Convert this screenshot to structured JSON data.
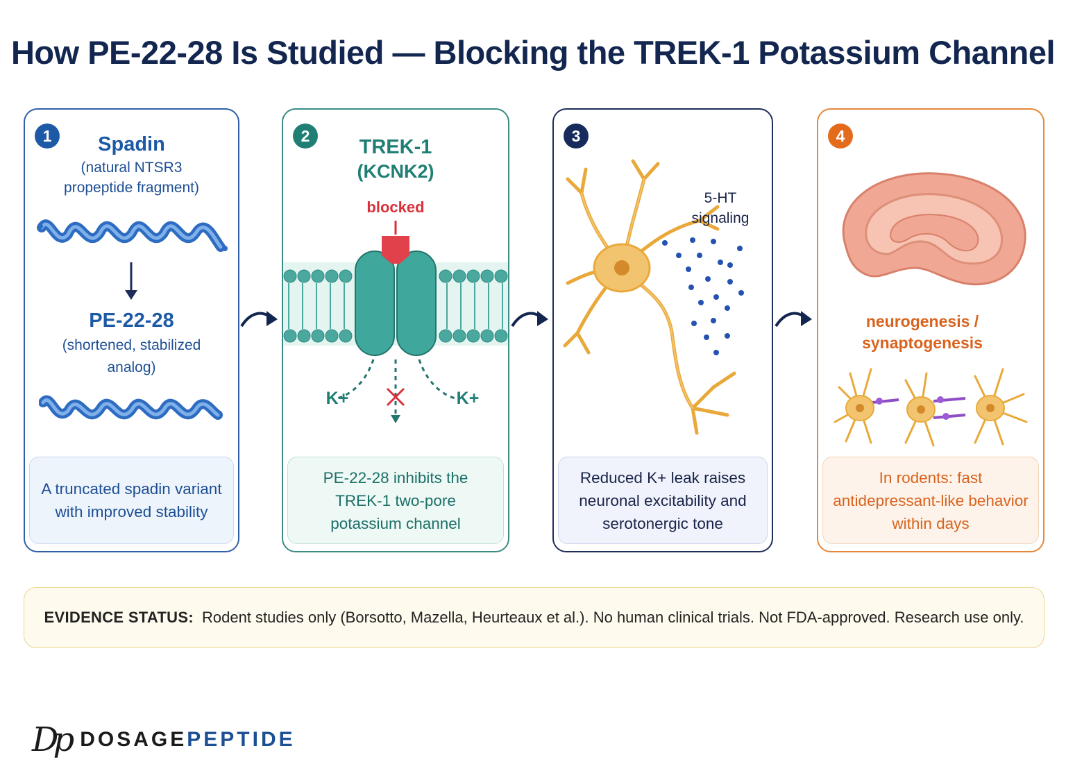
{
  "title": "How PE-22-28 Is Studied — Blocking the TREK-1 Potassium Channel",
  "panels": [
    {
      "number": "1",
      "heading": "Spadin",
      "subheading_line1": "(natural NTSR3",
      "subheading_line2": "propeptide fragment)",
      "heading2": "PE-22-28",
      "subheading2_line1": "(shortened, stabilized",
      "subheading2_line2": "analog)",
      "caption_line1": "A truncated spadin variant",
      "caption_line2": "with improved stability"
    },
    {
      "number": "2",
      "heading_line1": "TREK-1",
      "heading_line2": "(KCNK2)",
      "blocked_label": "blocked",
      "ion_left": "K+",
      "ion_right": "K+",
      "caption_line1": "PE-22-28 inhibits the",
      "caption_line2": "TREK-1 two-pore",
      "caption_line3": "potassium channel"
    },
    {
      "number": "3",
      "label_line1": "5-HT",
      "label_line2": "signaling",
      "caption_line1": "Reduced K+ leak raises",
      "caption_line2": "neuronal excitability and",
      "caption_line3": "serotonergic tone"
    },
    {
      "number": "4",
      "label_line1": "neurogenesis /",
      "label_line2": "synaptogenesis",
      "caption_line1": "In rodents: fast",
      "caption_line2": "antidepressant-like behavior",
      "caption_line3": "within days"
    }
  ],
  "evidence": {
    "label": "EVIDENCE STATUS:",
    "text": "Rodent studies only (Borsotto, Mazella, Heurteaux et al.). No human clinical trials. Not FDA-approved. Research use only."
  },
  "brand": {
    "monogram": "Dp",
    "word_part1": "DOSAGE",
    "word_part2": "PEPTIDE"
  },
  "colors": {
    "navy": "#12264f",
    "blue": "#1d5aa6",
    "teal": "#1f7f74",
    "orange": "#e46a1c",
    "red": "#d9303a"
  }
}
